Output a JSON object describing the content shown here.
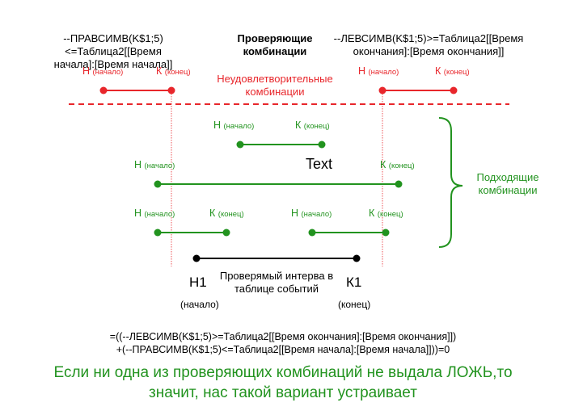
{
  "header": {
    "left_formula": "--ПРАВСИМВ(K$1;5)<=Таблица2[[Время\nначала]:[Время начала]]",
    "center_title": "Проверяющие\nкомбинации",
    "right_formula": "--ЛЕВСИМВ(K$1;5)>=Таблица2[[Время\nокончания]:[Время окончания]]"
  },
  "unsatisfactory": {
    "caption": "Неудовлетворительные\nкомбинации",
    "left_start": "Н",
    "left_start_note": "(начало)",
    "left_end": "К",
    "left_end_note": "(конец)",
    "right_start": "Н",
    "right_start_note": "(начало)",
    "right_end": "К",
    "right_end_note": "(конец)"
  },
  "suitable": {
    "caption": "Подходящие\nкомбинации",
    "row1": {
      "start": "Н",
      "start_note": "(начало)",
      "end": "К",
      "end_note": "(конец)"
    },
    "row2": {
      "start": "Н",
      "start_note": "(начало)",
      "end": "К",
      "end_note": "(конец)"
    },
    "row3a": {
      "start": "Н",
      "start_note": "(начало)",
      "end": "К",
      "end_note": "(конец)"
    },
    "row3b": {
      "start": "Н",
      "start_note": "(начало)",
      "end": "К",
      "end_note": "(конец)"
    },
    "stray_text": "Text"
  },
  "checked": {
    "caption": "Проверямый интерва в\nтаблице событий",
    "start": "Н1",
    "start_note": "(начало)",
    "end": "К1",
    "end_note": "(конец)"
  },
  "footer": {
    "formula": "=((--ЛЕВСИМВ(K$1;5)>=Таблица2[[Время окончания]:[Время окончания]])\n+(--ПРАВСИМВ(K$1;5)<=Таблица2[[Время начала]:[Время начала]]))=0",
    "conclusion": "Если ни одна из проверяющих  комбинаций не выдала ЛОЖЬ,то\nзначит, нас такой вариант устраивает"
  },
  "colors": {
    "red": "#e8262b",
    "green": "#22931f",
    "black": "#000000"
  }
}
